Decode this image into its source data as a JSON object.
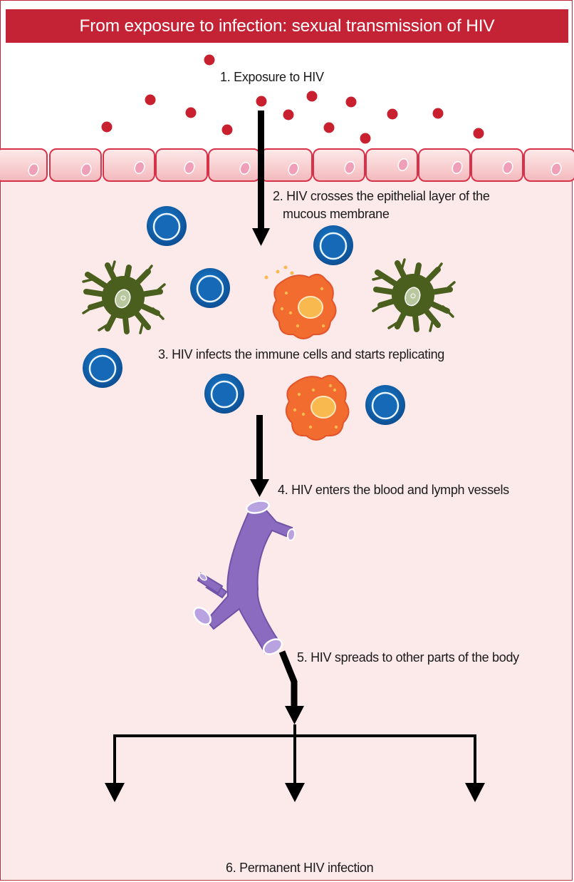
{
  "title": "From exposure to infection: sexual transmission of HIV",
  "colors": {
    "header": "#c42336",
    "virus": "#c8202f",
    "tissue": "#fce9ea",
    "epithelial_fill": "#f9d2d3",
    "epithelial_border": "#d8324a",
    "nucleus": "#ef9fb8",
    "immune_cell": "#1467b3",
    "dendritic_cell": "#4a5e1e",
    "infected_cell": "#f26c2f",
    "vessel": "#8a6bc0",
    "arrow": "#000000"
  },
  "steps": {
    "s1": "1. Exposure to HIV",
    "s2_line1": "2. HIV crosses the epithelial layer of the",
    "s2_line2": "mucous membrane",
    "s3": "3. HIV infects the immune cells and starts replicating",
    "s4": "4. HIV enters the blood and lymph vessels",
    "s5": "5. HIV spreads to other parts of the body",
    "s6": "6. Permanent HIV infection"
  }
}
